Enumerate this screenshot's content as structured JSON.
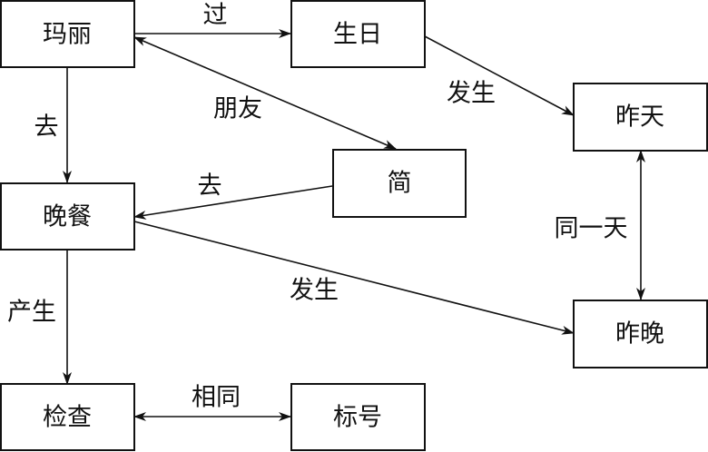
{
  "nodes": {
    "mary": "玛丽",
    "birthday": "生日",
    "yesterday": "昨天",
    "jane": "简",
    "dinner": "晚餐",
    "last_night": "昨晚",
    "check": "检查",
    "label_no": "标号"
  },
  "edges": {
    "mary_birthday": "过",
    "birthday_yesterday": "发生",
    "mary_jane": "朋友",
    "mary_dinner": "去",
    "jane_dinner": "去",
    "yesterday_last_night": "同一天",
    "dinner_last_night": "发生",
    "dinner_check": "产生",
    "check_label_no": "相同"
  }
}
